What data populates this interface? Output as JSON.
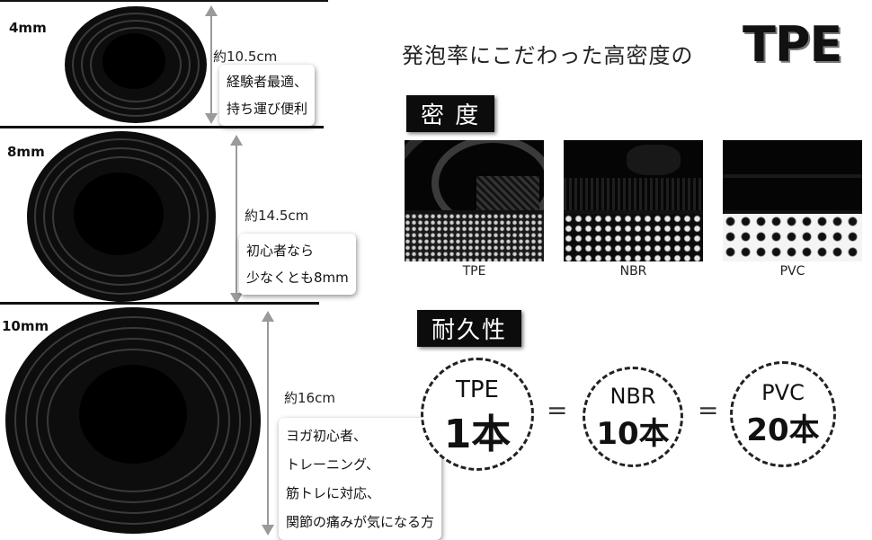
{
  "sections": [
    {
      "thickness": "4mm",
      "diameter": "約10.5cm",
      "note_lines": [
        "経験者最適、",
        "持ち運び便利"
      ]
    },
    {
      "thickness": "8mm",
      "diameter": "約14.5cm",
      "note_lines": [
        "初心者なら",
        "少なくとも8mm"
      ]
    },
    {
      "thickness": "10mm",
      "diameter": "約16cm",
      "note_lines": [
        "ヨガ初心者、",
        "トレーニング、",
        "筋トレに対応、",
        "関節の痛みが気になる方"
      ]
    }
  ],
  "headline": {
    "text": "発泡率にこだわった高密度の",
    "brand": "TPE"
  },
  "density": {
    "tag": "密 度",
    "samples": [
      {
        "label": "TPE",
        "pattern": "fine-dense"
      },
      {
        "label": "NBR",
        "pattern": "medium"
      },
      {
        "label": "PVC",
        "pattern": "coarse"
      }
    ]
  },
  "durability": {
    "tag": "耐久性",
    "items": [
      {
        "name": "TPE",
        "count": "1本"
      },
      {
        "name": "NBR",
        "count": "10本"
      },
      {
        "name": "PVC",
        "count": "20本"
      }
    ],
    "equals": "="
  }
}
